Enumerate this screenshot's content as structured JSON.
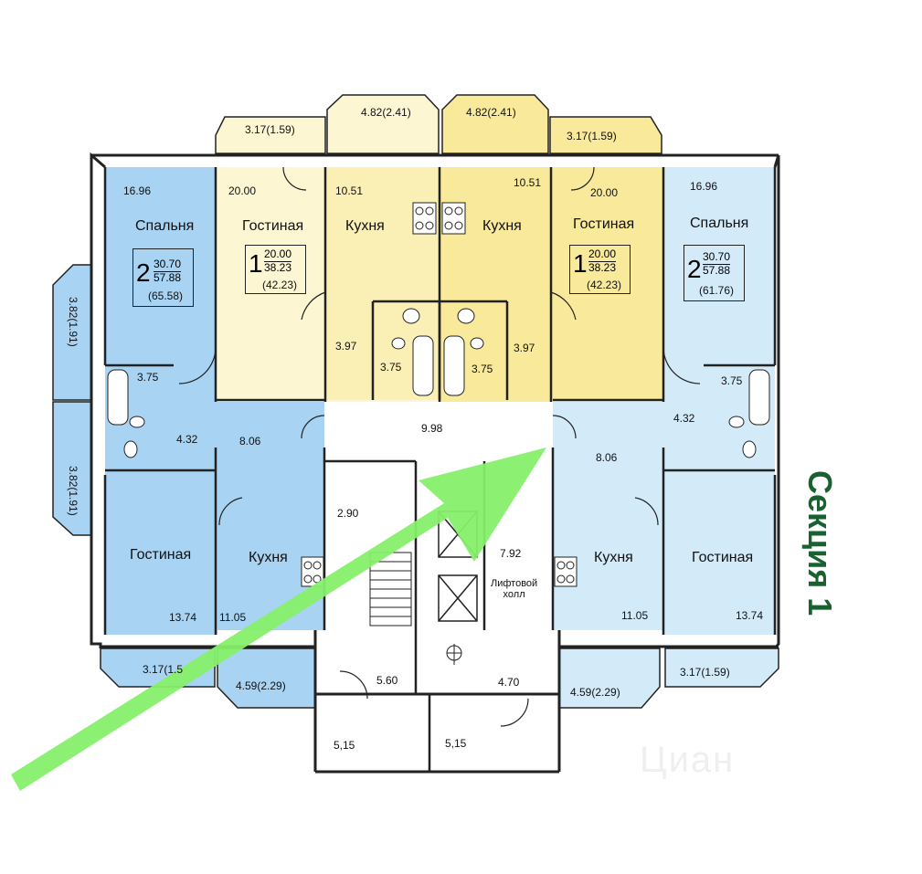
{
  "section_title": "Секция 1",
  "watermark": "Циан",
  "balconies": {
    "top_left_outer": "3.17(1.59)",
    "top_left_inner": "4.82(2.41)",
    "top_right_inner": "4.82(2.41)",
    "top_right_outer": "3.17(1.59)",
    "left_upper": "3.82(1.91)",
    "left_lower": "3.82(1.91)",
    "bottom_left_outer": "3.17(1.5",
    "bottom_left_inner": "4.59(2.29)",
    "bottom_right_inner": "4.59(2.29)",
    "bottom_right_outer": "3.17(1.59)"
  },
  "apartments": {
    "left_2room": {
      "bedroom": {
        "name": "Спальня",
        "area": "16.96"
      },
      "living": {
        "name": "Гостиная",
        "area": "13.74"
      },
      "kitchen": {
        "name": "Кухня",
        "area": "11.05"
      },
      "bath": "3.75",
      "hall": "4.32",
      "corridor": "8.06",
      "summary": {
        "rooms": "2",
        "living": "30.70",
        "total": "57.88",
        "with_balcony": "(65.58)"
      }
    },
    "left_1room": {
      "living": {
        "name": "Гостиная",
        "area": "20.00"
      },
      "kitchen": {
        "name": "Кухня",
        "area": "10.51"
      },
      "hall": "3.97",
      "bath": "3.75",
      "summary": {
        "rooms": "1",
        "living": "20.00",
        "total": "38.23",
        "with_balcony": "(42.23)"
      }
    },
    "right_1room": {
      "living": {
        "name": "Гостиная",
        "area": "20.00"
      },
      "kitchen": {
        "name": "Кухня",
        "area": "10.51"
      },
      "hall": "3.97",
      "bath": "3.75",
      "summary": {
        "rooms": "1",
        "living": "20.00",
        "total": "38.23",
        "with_balcony": "(42.23)"
      }
    },
    "right_2room": {
      "bedroom": {
        "name": "Спальня",
        "area": "16.96"
      },
      "living": {
        "name": "Гостиная",
        "area": "13.74"
      },
      "kitchen": {
        "name": "Кухня",
        "area": "11.05"
      },
      "bath": "3.75",
      "hall": "4.32",
      "corridor": "8.06",
      "summary": {
        "rooms": "2",
        "living": "30.70",
        "total": "57.88",
        "with_balcony": "(61.76)"
      }
    }
  },
  "common": {
    "corridor": "9.98",
    "stair": "2.90",
    "lift_hall": {
      "area": "7.92",
      "name_line1": "Лифтовой",
      "name_line2": "холл"
    },
    "vestibule": "5.60",
    "room_470": "4.70",
    "porch_left": "5,15",
    "porch_right": "5,15"
  },
  "colors": {
    "blue_dark": "#a8d3f2",
    "blue_light": "#d3eaf9",
    "yellow_light": "#fcf7d2",
    "yellow_mid": "#faf0b5",
    "yellow_right": "#f8ea9a",
    "arrow": "#86f06a",
    "wall": "#222222"
  }
}
